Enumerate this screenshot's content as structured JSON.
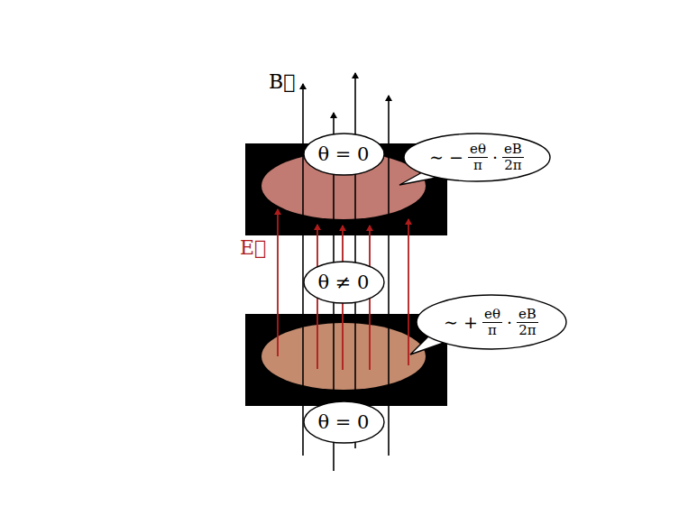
{
  "diagram": {
    "nodes": [
      {
        "text": [
          "θ = 0"
        ]
      },
      {
        "text": [
          "∼ −",
          "eθ",
          "π",
          "·",
          "eB",
          "2π"
        ]
      },
      {
        "text": [
          "θ ≠ 0"
        ]
      },
      {
        "text": [
          "∼ +",
          "eθ",
          "π",
          "·",
          "eB",
          "2π"
        ]
      },
      {
        "text": [
          "θ = 0"
        ]
      }
    ],
    "labels": [
      "B⃗",
      "E⃗"
    ]
  }
}
